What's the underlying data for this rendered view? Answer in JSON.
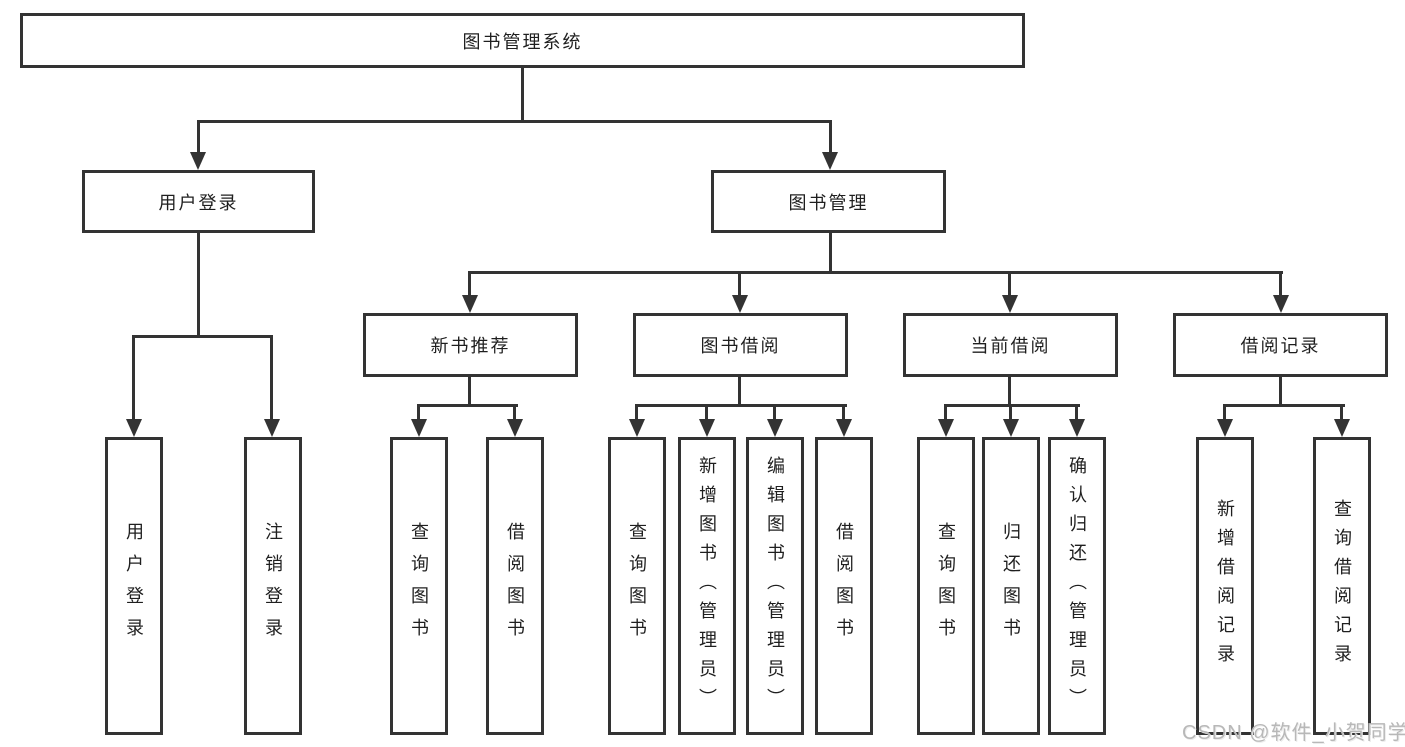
{
  "colors": {
    "line": "#333333",
    "text": "#1f1f1f",
    "background": "#ffffff",
    "watermark": "#b8b8b8"
  },
  "tree": {
    "root": "图书管理系统",
    "children": [
      {
        "label": "用户登录",
        "children": [
          "用户登录",
          "注销登录"
        ]
      },
      {
        "label": "图书管理",
        "children": [
          {
            "label": "新书推荐",
            "children": [
              "查询图书",
              "借阅图书"
            ]
          },
          {
            "label": "图书借阅",
            "children": [
              "查询图书",
              "新增图书（管理员）",
              "编辑图书（管理员）",
              "借阅图书"
            ]
          },
          {
            "label": "当前借阅",
            "children": [
              "查询图书",
              "归还图书",
              "确认归还（管理员）"
            ]
          },
          {
            "label": "借阅记录",
            "children": [
              "新增借阅记录",
              "查询借阅记录"
            ]
          }
        ]
      }
    ]
  },
  "watermark": "CSDN @软件_小贺同学"
}
